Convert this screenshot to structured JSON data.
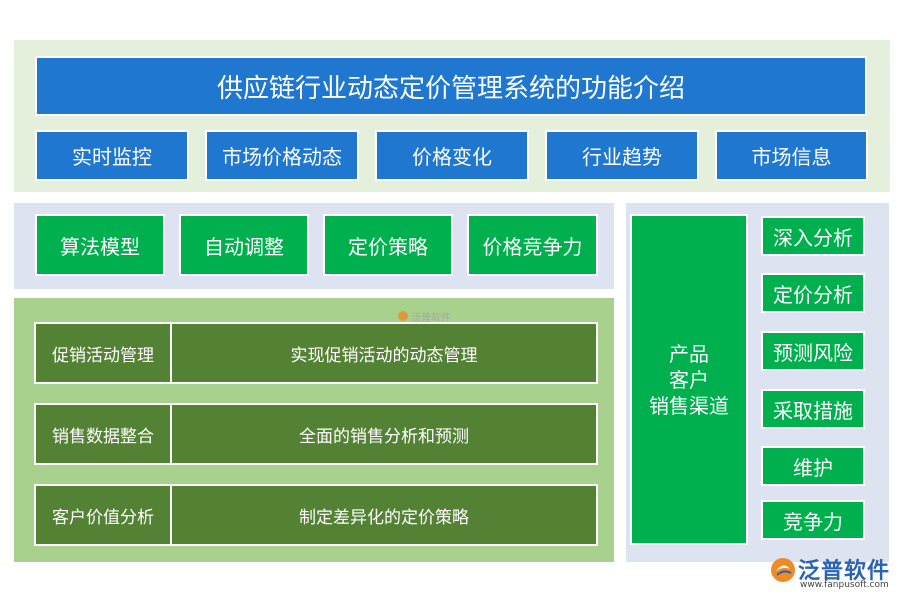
{
  "title": "供应链行业动态定价管理系统的功能介绍",
  "top_features": [
    "实时监控",
    "市场价格动态",
    "价格变化",
    "行业趋势",
    "市场信息"
  ],
  "mid_features": [
    "算法模型",
    "自动调整",
    "定价策略",
    "价格竞争力"
  ],
  "rows": [
    {
      "label": "促销活动管理",
      "desc": "实现促销活动的动态管理"
    },
    {
      "label": "销售数据整合",
      "desc": "全面的销售分析和预测"
    },
    {
      "label": "客户价值分析",
      "desc": "制定差异化的定价策略"
    }
  ],
  "channels": {
    "line1": "产品",
    "line2": "客户",
    "line3": "销售渠道"
  },
  "analysis_items": [
    "深入分析",
    "定价分析",
    "预测风险",
    "采取措施",
    "维护",
    "竞争力"
  ],
  "watermark": "泛普软件",
  "logo": {
    "name": "泛普软件",
    "url": "www.fanpusoft.com"
  },
  "colors": {
    "blue": "#1f77d0",
    "green": "#00b04f",
    "olive": "#548235",
    "light_green": "#a9d18e",
    "panel_blue": "#dde3f1"
  }
}
